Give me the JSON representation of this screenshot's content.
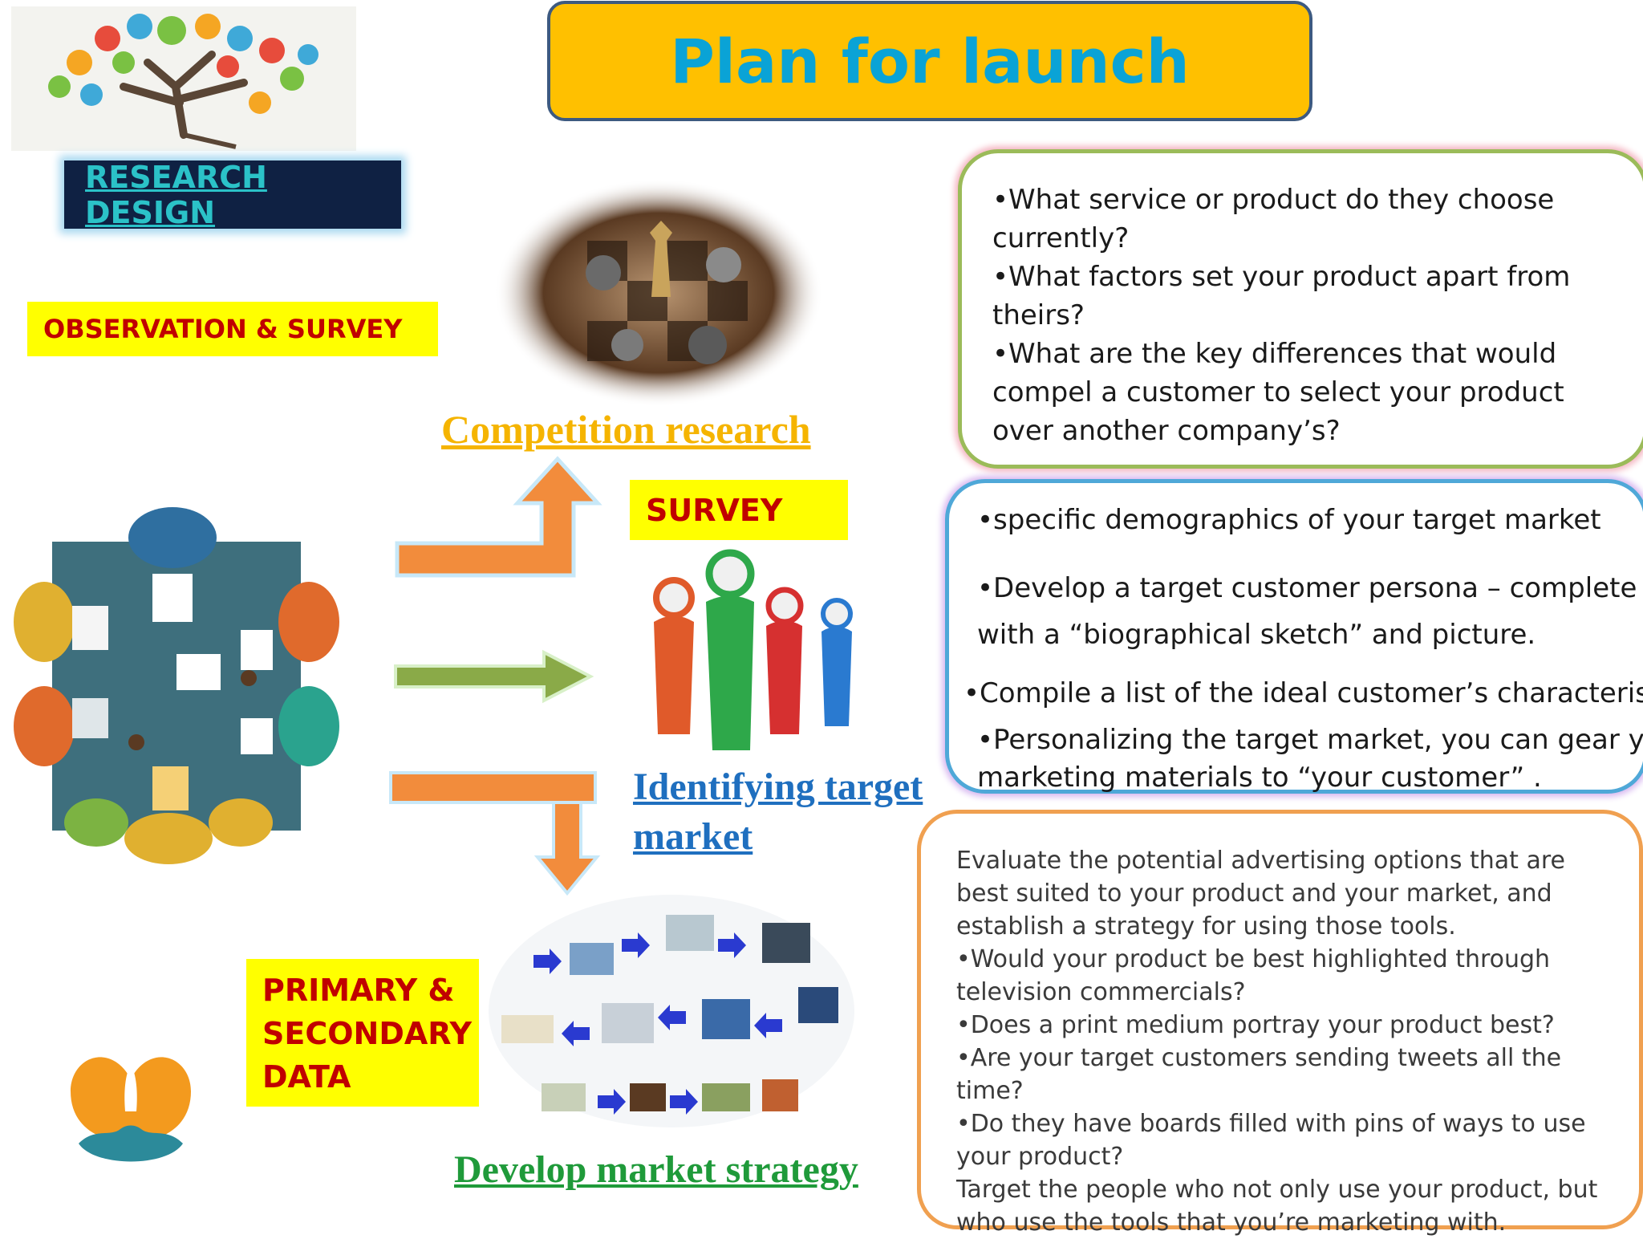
{
  "title": "Plan for launch",
  "research_design_label": "RESEARCH DESIGN",
  "observation_label": "OBSERVATION & SURVEY",
  "survey_label": "SURVEY",
  "primary_secondary_label": [
    "PRIMARY &",
    "SECONDARY",
    "DATA"
  ],
  "competition_title": "Competition research",
  "identifying_title": [
    "Identifying target",
    "market"
  ],
  "develop_title": "Develop market strategy",
  "competition_box": [
    "•What service or product do they choose currently?",
    "•What factors set your product apart from theirs?",
    "•What are the key differences that would compel a customer to select your product over another company’s?"
  ],
  "target_box": [
    "•specific demographics of your target market",
    "•Develop a target customer persona – complete",
    "with a “biographical sketch” and picture.",
    "•Compile a list of the ideal customer’s characteristics",
    "•Personalizing the target market, you can gear your",
    "marketing materials to “your customer” ."
  ],
  "strategy_box": [
    "Evaluate the potential advertising options that are best suited to your product and your market, and establish a strategy for using those tools.",
    "•Would your product be best highlighted through television commercials?",
    "•Does a print medium portray your product best?",
    "•Are your target customers sending tweets all the time?",
    "•Do they have boards filled with pins of ways to use your product?",
    "Target the people who not only use your product, but who use the tools that you’re marketing with."
  ],
  "icons": [
    "idea-tree-icon",
    "chess-image",
    "meeting-table-illustration",
    "target-people-illustration",
    "supply-chain-illustration",
    "rocket-logo"
  ],
  "colors": {
    "title_bg": "#ffc000",
    "title_text": "#0aa3d6",
    "yellow_label": "#ffff00",
    "label_red": "#c00000",
    "competition": "#f5b400",
    "identifying": "#1f6fbf",
    "develop": "#1f9a3a",
    "orange_arrow": "#f28c3c",
    "green_arrow": "#8aaa48"
  }
}
